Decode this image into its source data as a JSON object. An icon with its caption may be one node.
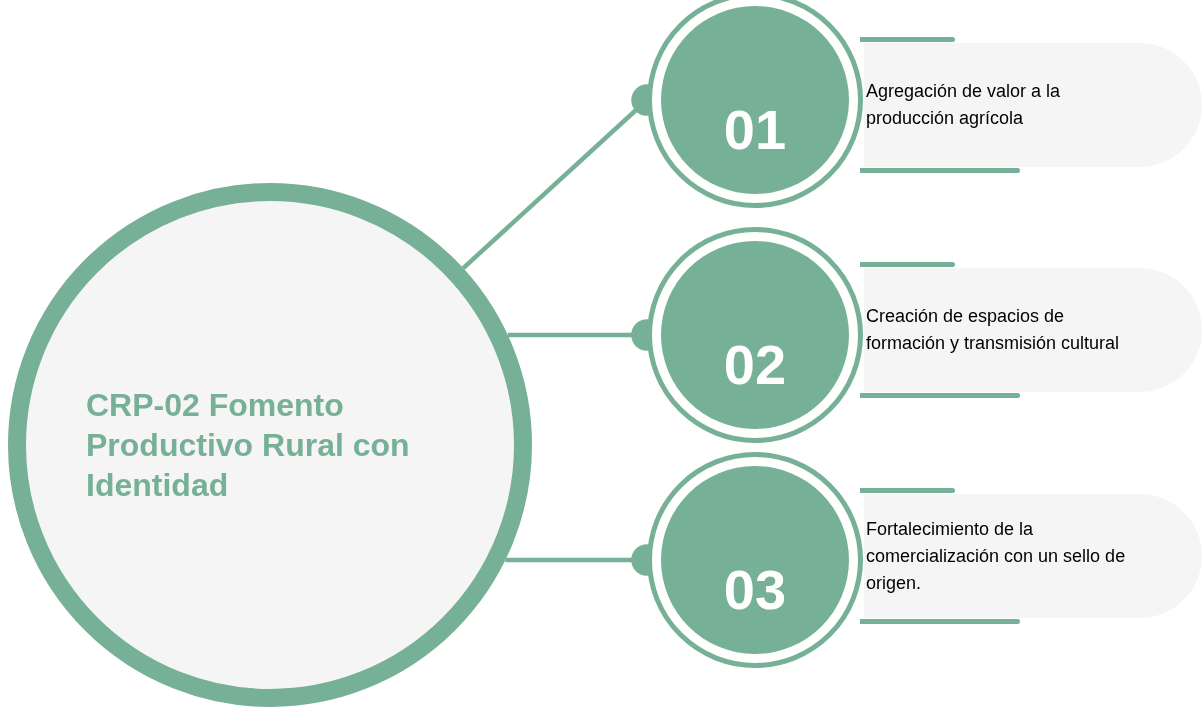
{
  "diagram": {
    "nodes": [
      {
        "text": [
          "CRP-02 Fomento Productivo Rural con Identidad"
        ]
      },
      {
        "text": [
          "01"
        ]
      },
      {
        "text": [
          "Agregación de valor a la producción agrícola"
        ]
      },
      {
        "text": [
          "02"
        ]
      },
      {
        "text": [
          "Creación de espacios de formación y transmisión cultural"
        ]
      },
      {
        "text": [
          "03"
        ]
      },
      {
        "text": [
          "Fortalecimiento de la comercialización con un sello de origen."
        ]
      }
    ],
    "edges": [
      {
        "from": 0,
        "to": 1,
        "arrow": "other"
      },
      {
        "from": 0,
        "to": 3,
        "arrow": "other"
      },
      {
        "from": 0,
        "to": 5,
        "arrow": "other"
      }
    ]
  }
}
